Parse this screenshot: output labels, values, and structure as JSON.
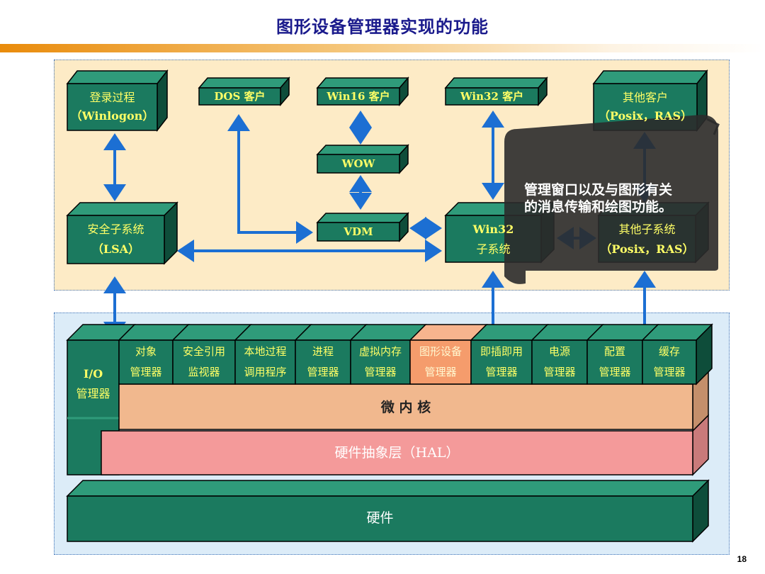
{
  "title": "图形设备管理器实现的功能",
  "page_number": "18",
  "colors": {
    "green_front": "#1b7a5f",
    "green_top": "#2f9b7a",
    "green_side": "#0e4d3a",
    "arrow": "#1c6fd3",
    "highlight": "#f59c6c",
    "kernel": "#f1b88e",
    "hal": "#f49a9a",
    "yellow_text": "#ffff66",
    "callout": "#2b2b2b"
  },
  "upper": {
    "winlogon": {
      "line1": "登录过程",
      "line2": "（Winlogon）"
    },
    "dos": {
      "label": "DOS 客户"
    },
    "win16": {
      "label": "Win16 客户"
    },
    "win32client": {
      "label": "Win32 客户"
    },
    "other_client": {
      "line1": "其他客户",
      "line2": "（Posix，RAS）"
    },
    "wow": {
      "label": "WOW"
    },
    "lsa": {
      "line1": "安全子系统",
      "line2": "（LSA）"
    },
    "vdm": {
      "label": "VDM"
    },
    "win32sub": {
      "line1": "Win32",
      "line2": "子系统"
    },
    "other_sub": {
      "line1": "其他子系统",
      "line2": "（Posix，RAS）"
    }
  },
  "callout": {
    "line1": "管理窗口以及与图形有关",
    "line2": "的消息传输和绘图功能。"
  },
  "io": {
    "line1": "I/O",
    "line2": "管理器"
  },
  "managers": [
    {
      "line1": "对象",
      "line2": "管理器"
    },
    {
      "line1": "安全引用",
      "line2": "监视器"
    },
    {
      "line1": "本地过程",
      "line2": "调用程序"
    },
    {
      "line1": "进程",
      "line2": "管理器"
    },
    {
      "line1": "虚拟内存",
      "line2": "管理器"
    },
    {
      "line1": "图形设备",
      "line2": "管理器"
    },
    {
      "line1": "即插即用",
      "line2": "管理器"
    },
    {
      "line1": "电源",
      "line2": "管理器"
    },
    {
      "line1": "配置",
      "line2": "管理器"
    },
    {
      "line1": "缓存",
      "line2": "管理器"
    }
  ],
  "kernel": {
    "label": "微 内 核"
  },
  "hal": {
    "label": "硬件抽象层（HAL）"
  },
  "hardware": {
    "label": "硬件"
  }
}
